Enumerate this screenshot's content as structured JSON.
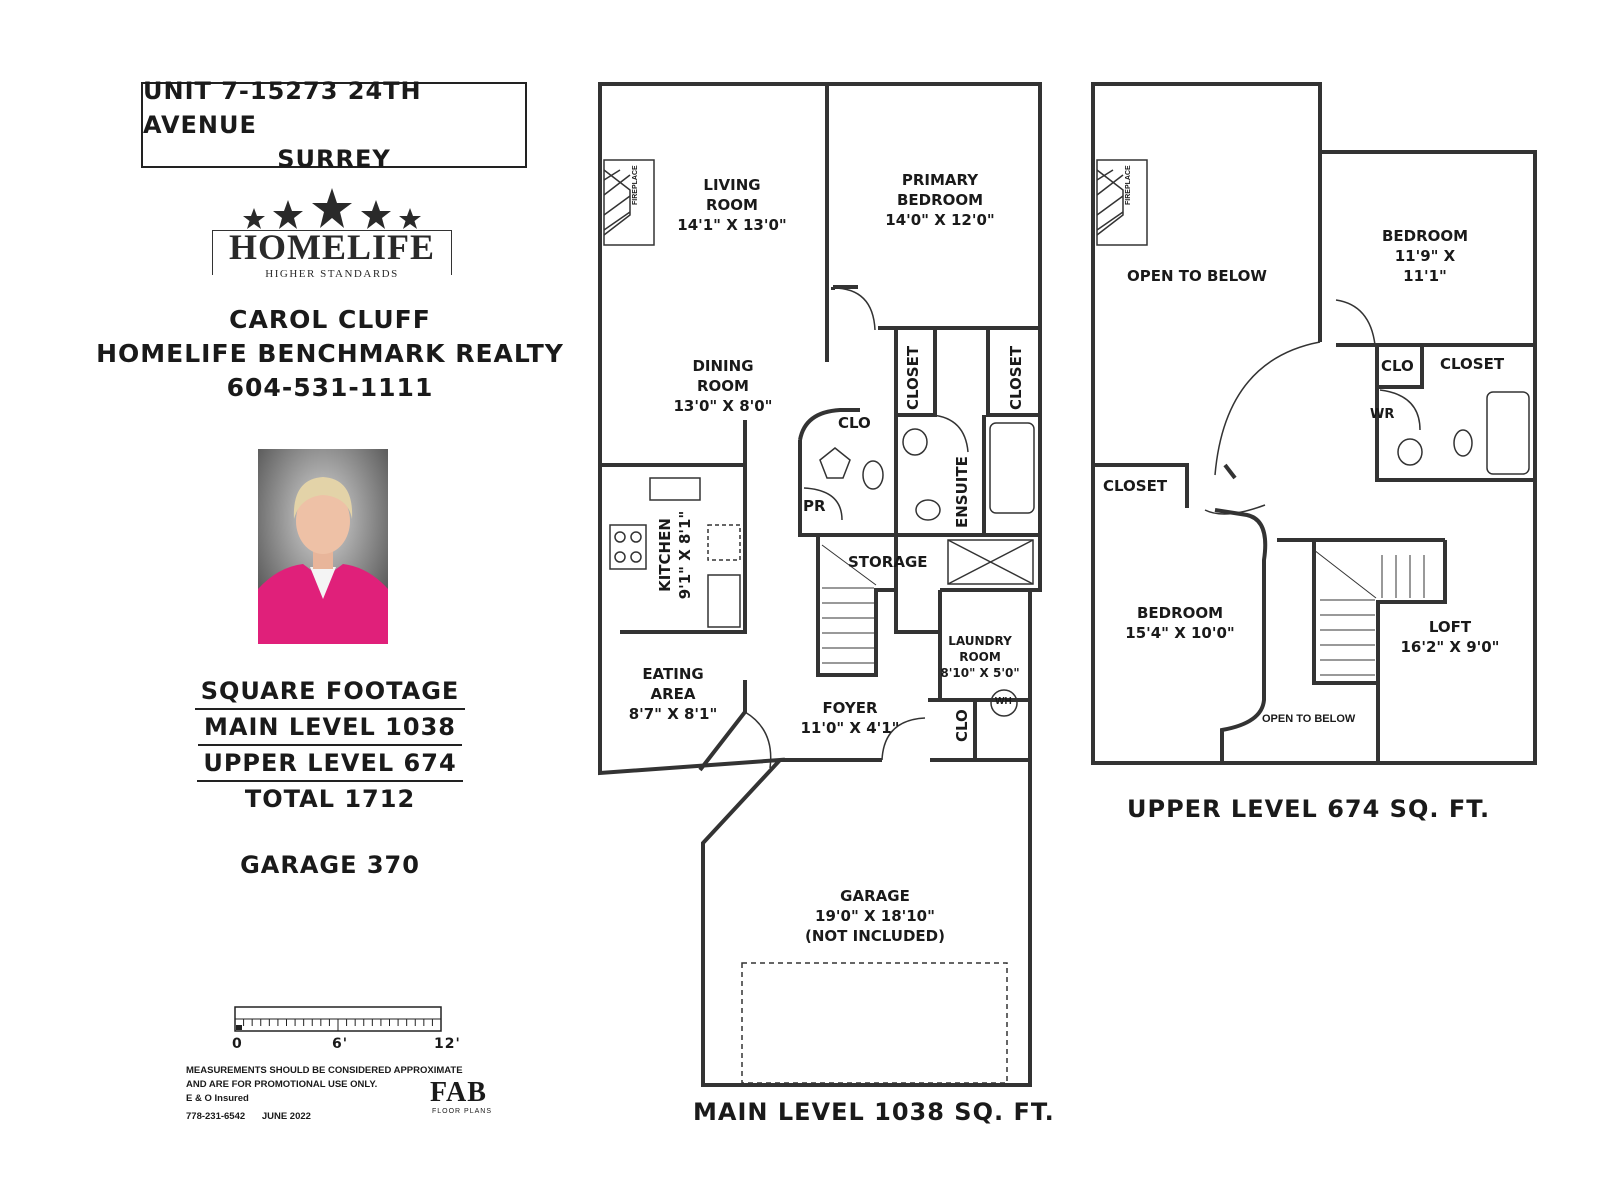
{
  "header": {
    "address_line1": "UNIT 7-15273 24th AVENUE",
    "address_line2": "SURREY"
  },
  "logo": {
    "brand": "HOMELIFE",
    "tagline": "HIGHER STANDARDS"
  },
  "agent": {
    "name": "CAROL CLUFF",
    "company": "HOMELIFE BENCHMARK REALTY",
    "phone": "604-531-1111"
  },
  "square_footage": {
    "heading": "SQUARE FOOTAGE",
    "main": "MAIN LEVEL 1038",
    "upper": "UPPER LEVEL 674",
    "total": "TOTAL 1712",
    "garage": "GARAGE 370"
  },
  "scale": {
    "labels": [
      "0",
      "6'",
      "12'"
    ]
  },
  "disclaimer": {
    "line1": "MEASUREMENTS SHOULD BE CONSIDERED APPROXIMATE",
    "line2": "AND ARE FOR PROMOTIONAL USE ONLY.",
    "line3": "E & O Insured",
    "phone": "778-231-6542",
    "date": "JUNE 2022"
  },
  "fab_logo": {
    "mark": "FAB",
    "sub": "FLOOR PLANS"
  },
  "main_level": {
    "title": "MAIN LEVEL 1038 SQ. FT.",
    "fireplace": "FIREPLACE",
    "living_room": {
      "name1": "LIVING",
      "name2": "ROOM",
      "dims": "14'1\" X 13'0\""
    },
    "primary_bedroom": {
      "name1": "PRIMARY",
      "name2": "BEDROOM",
      "dims": "14'0\" X 12'0\""
    },
    "dining_room": {
      "name1": "DINING",
      "name2": "ROOM",
      "dims": "13'0\" X 8'0\""
    },
    "closet_a": "CLOSET",
    "closet_b": "CLOSET",
    "clo_a": "CLO",
    "ensuite": "ENSUITE",
    "pr": "PR",
    "kitchen": {
      "name": "KITCHEN",
      "dims": "9'1\" X 8'1\""
    },
    "storage": "STORAGE",
    "laundry": {
      "name1": "LAUNDRY",
      "name2": "ROOM",
      "dims": "8'10\" X 5'0\""
    },
    "eating_area": {
      "name1": "EATING",
      "name2": "AREA",
      "dims": "8'7\" X 8'1\""
    },
    "foyer": {
      "name": "FOYER",
      "dims": "11'0\" X 4'1\""
    },
    "clo_b": "CLO",
    "wh": "WH",
    "garage": {
      "name": "GARAGE",
      "dims": "19'0\" X 18'10\"",
      "note": "(NOT INCLUDED)"
    }
  },
  "upper_level": {
    "title": "UPPER LEVEL 674 SQ. FT.",
    "fireplace": "FIREPLACE",
    "open_to_below": "OPEN TO BELOW",
    "bedroom_a": {
      "name": "BEDROOM",
      "dims": "11'9\" X 11'1\""
    },
    "clo": "CLO",
    "closet_a": "CLOSET",
    "wr": "WR",
    "closet_b": "CLOSET",
    "bedroom_b": {
      "name": "BEDROOM",
      "dims": "15'4\" X 10'0\""
    },
    "loft": {
      "name": "LOFT",
      "dims": "16'2\" X 9'0\""
    },
    "open_to_below_small": "OPEN TO BELOW"
  }
}
